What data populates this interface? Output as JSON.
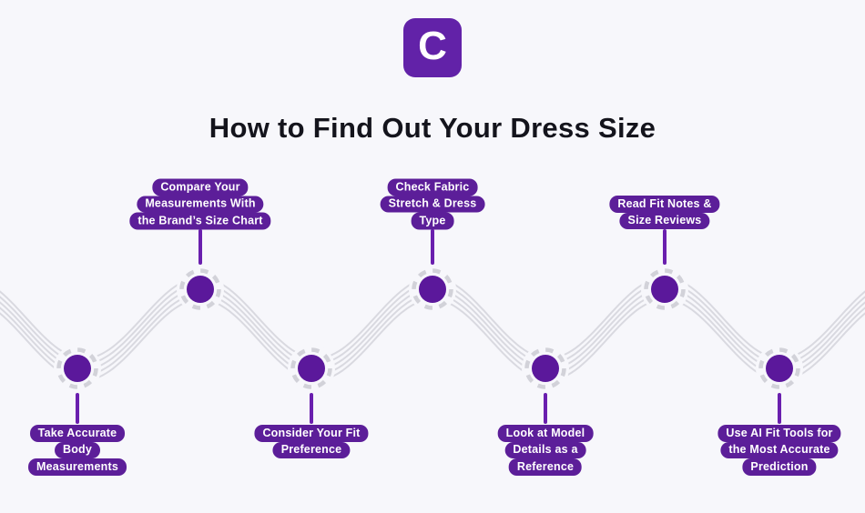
{
  "page": {
    "title": "How to Find Out Your Dress Size",
    "background_color": "#f7f7fb"
  },
  "logo": {
    "letter": "C",
    "color": "#6222a8"
  },
  "theme": {
    "accent_purple": "#5b189b",
    "pill_purple": "#5c1e99",
    "connector_purple": "#6a1fae",
    "wave_strand_gray": "#d9d9e0",
    "ring_gray": "#d2d2d9",
    "title_color": "#14141c",
    "pill_text_color": "#ffffff"
  },
  "wave": {
    "strand_count": 5,
    "node_count": 7
  },
  "steps": [
    {
      "order": 1,
      "placement": "below",
      "label": "Take Accurate Body Measurements",
      "lines": [
        "Take Accurate",
        "Body",
        "Measurements"
      ]
    },
    {
      "order": 2,
      "placement": "above",
      "label": "Compare Your Measurements With the Brand’s Size Chart",
      "lines": [
        "Compare Your",
        "Measurements With",
        "the Brand’s Size Chart"
      ]
    },
    {
      "order": 3,
      "placement": "below",
      "label": "Consider Your Fit Preference",
      "lines": [
        "Consider Your Fit",
        "Preference"
      ]
    },
    {
      "order": 4,
      "placement": "above",
      "label": "Check Fabric Stretch & Dress Type",
      "lines": [
        "Check Fabric",
        "Stretch & Dress",
        "Type"
      ]
    },
    {
      "order": 5,
      "placement": "below",
      "label": "Look at Model Details as a Reference",
      "lines": [
        "Look at Model",
        "Details as a",
        "Reference"
      ]
    },
    {
      "order": 6,
      "placement": "above",
      "label": "Read Fit Notes & Size Reviews",
      "lines": [
        "Read Fit Notes &",
        "Size Reviews"
      ]
    },
    {
      "order": 7,
      "placement": "below",
      "label": "Use AI Fit Tools for the Most Accurate Prediction",
      "lines": [
        "Use AI Fit Tools for",
        "the Most Accurate",
        "Prediction"
      ]
    }
  ]
}
